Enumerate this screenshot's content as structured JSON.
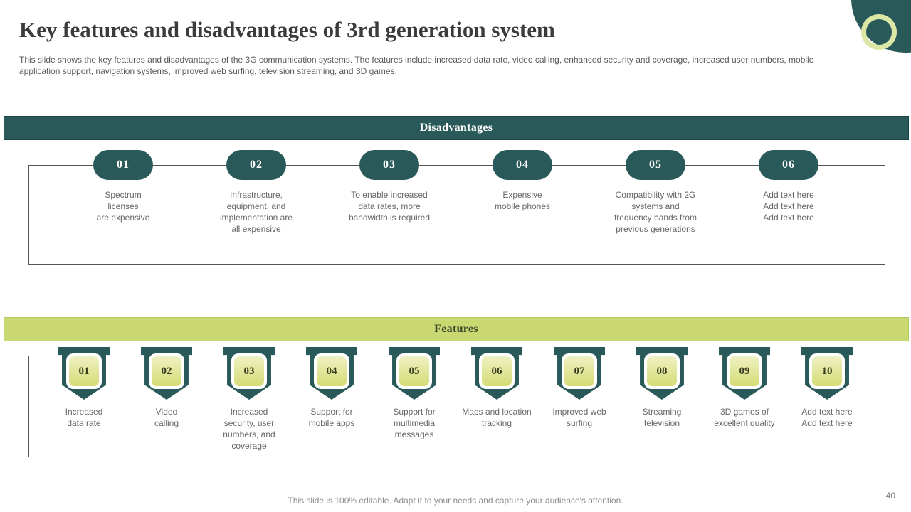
{
  "page": {
    "title": "Key features and disadvantages of 3rd generation system",
    "description": "This slide shows the key features and disadvantages of the 3G communication systems. The features include increased data rate, video calling, enhanced security and coverage, increased user numbers, mobile application support, navigation systems, improved web surfing, television streaming, and 3D games.",
    "footer_note": "This slide is 100% editable. Adapt it to your needs and capture your audience's attention.",
    "page_number": "40"
  },
  "colors": {
    "teal": "#295a59",
    "teal_dark": "#1b4343",
    "green_banner": "#c9d871",
    "badge_green_light": "#eef1c3",
    "badge_green_dark": "#d5dc75",
    "ring": "#dce7a6"
  },
  "disadvantages": {
    "heading": "Disadvantages",
    "items": [
      {
        "number": "01",
        "text": "Spectrum\nlicenses\nare expensive"
      },
      {
        "number": "02",
        "text": "Infrastructure,\nequipment, and\nimplementation are\nall expensive"
      },
      {
        "number": "03",
        "text": "To enable increased\ndata rates, more\nbandwidth is required"
      },
      {
        "number": "04",
        "text": "Expensive\nmobile phones"
      },
      {
        "number": "05",
        "text": "Compatibility with 2G\nsystems and\nfrequency bands from\nprevious generations"
      },
      {
        "number": "06",
        "text": "Add text here\nAdd text here\nAdd text here"
      }
    ]
  },
  "features": {
    "heading": "Features",
    "items": [
      {
        "number": "01",
        "text": "Increased\ndata rate"
      },
      {
        "number": "02",
        "text": "Video\ncalling"
      },
      {
        "number": "03",
        "text": "Increased\nsecurity, user\nnumbers, and\ncoverage"
      },
      {
        "number": "04",
        "text": "Support for\nmobile apps"
      },
      {
        "number": "05",
        "text": "Support for\nmultimedia\nmessages"
      },
      {
        "number": "06",
        "text": "Maps and location\ntracking"
      },
      {
        "number": "07",
        "text": "Improved web\nsurfing"
      },
      {
        "number": "08",
        "text": "Streaming\ntelevision"
      },
      {
        "number": "09",
        "text": "3D games of\nexcellent quality"
      },
      {
        "number": "10",
        "text": "Add text here\nAdd text here"
      }
    ]
  }
}
